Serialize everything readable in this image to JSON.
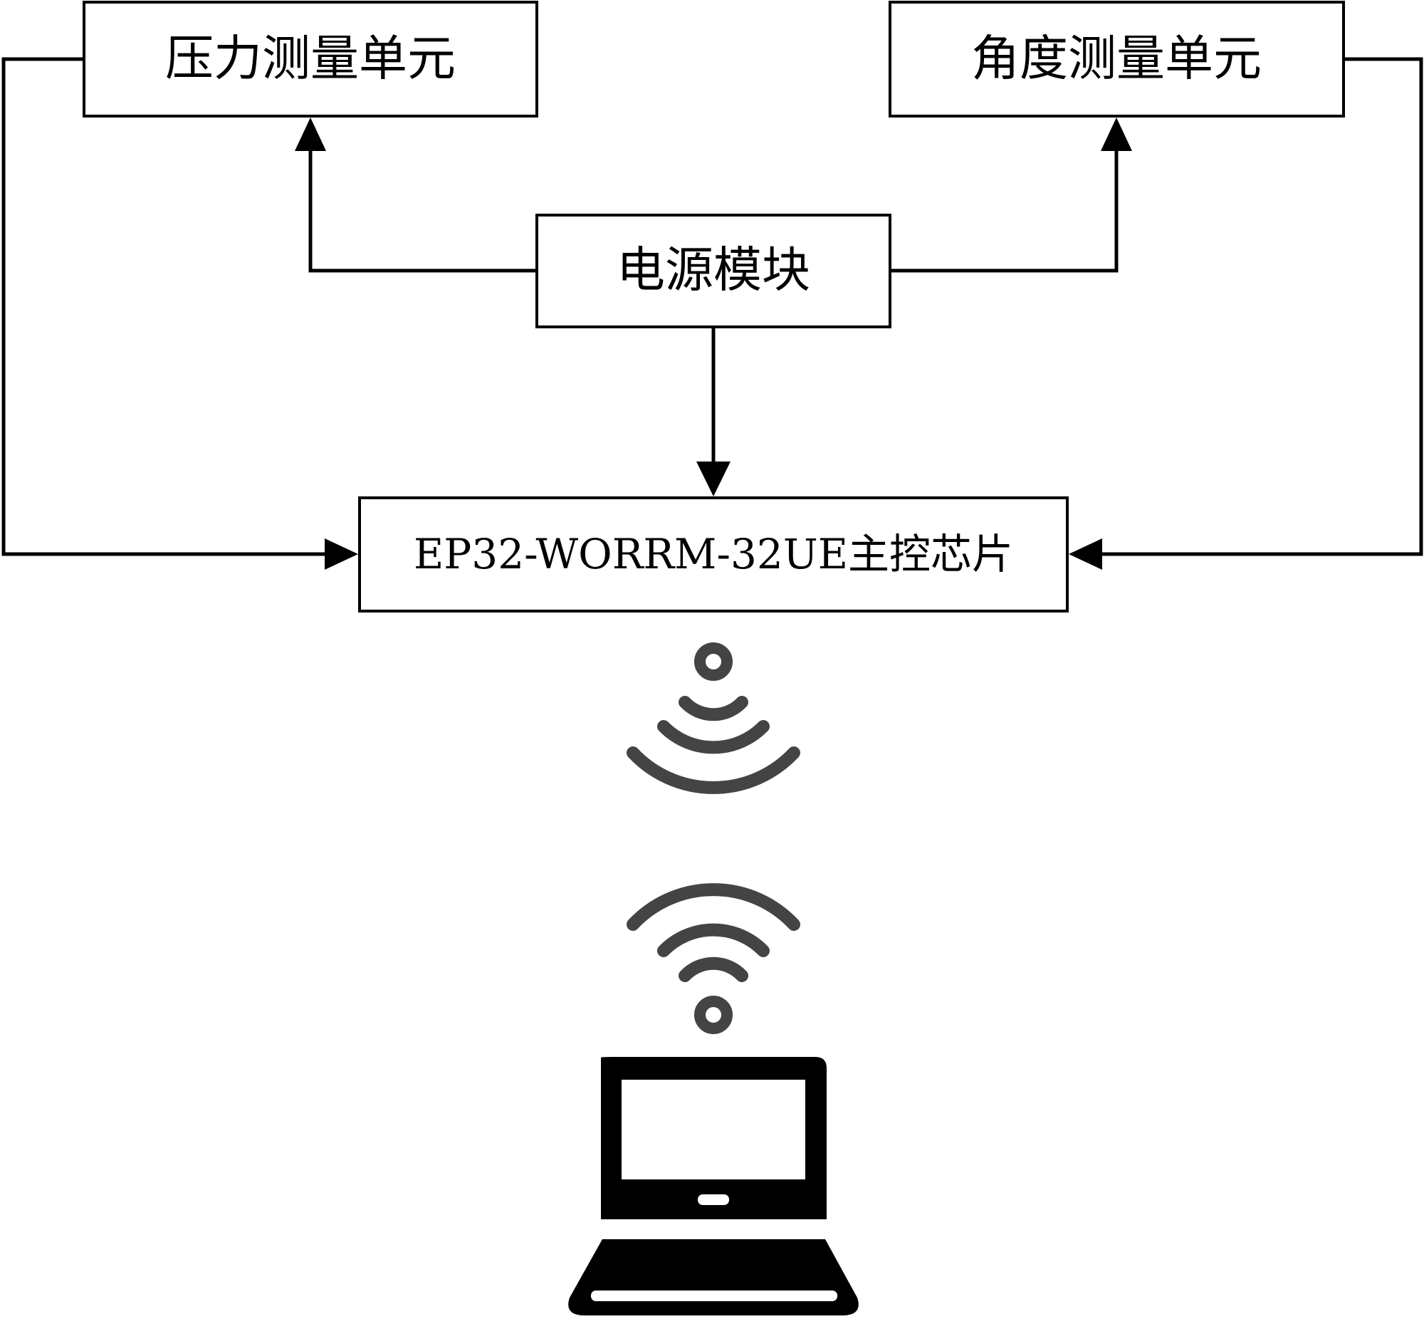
{
  "diagram": {
    "type": "block-diagram",
    "nodes": {
      "pressure_unit": {
        "label": "压力测量单元"
      },
      "angle_unit": {
        "label": "角度测量单元"
      },
      "power_module": {
        "label": "电源模块"
      },
      "main_chip": {
        "label": "EP32-WORRM-32UE主控芯片"
      }
    },
    "edges": [
      {
        "from": "power_module",
        "to": "pressure_unit"
      },
      {
        "from": "power_module",
        "to": "angle_unit"
      },
      {
        "from": "power_module",
        "to": "main_chip"
      },
      {
        "from": "pressure_unit",
        "to": "main_chip"
      },
      {
        "from": "angle_unit",
        "to": "main_chip"
      }
    ],
    "wireless_link": {
      "from": "main_chip",
      "to": "laptop"
    },
    "icons": [
      "wifi-signal-down-icon",
      "wifi-signal-up-icon",
      "laptop-icon"
    ],
    "colors": {
      "line": "#000000",
      "wifi": "#444444",
      "laptop": "#000000",
      "background": "#ffffff"
    }
  }
}
